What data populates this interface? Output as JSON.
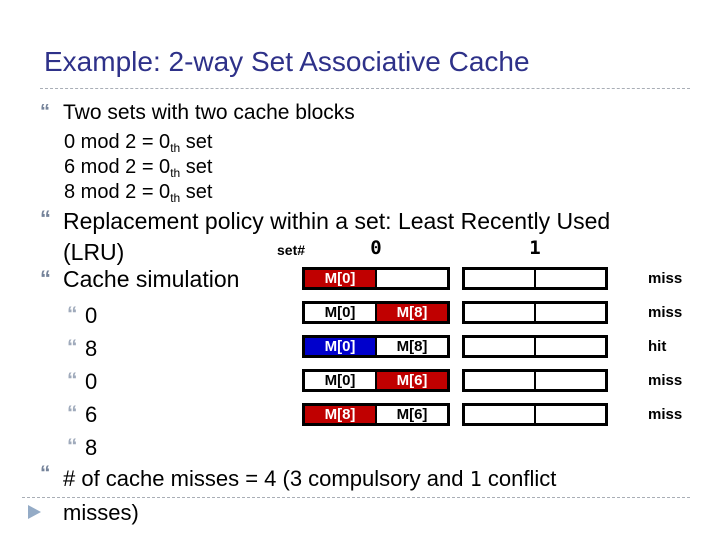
{
  "title": "Example: 2-way Set Associative Cache",
  "bullets": {
    "two_sets": "Two sets with two cache blocks",
    "mod_lines": [
      {
        "pre": "0 mod 2 = 0",
        "sub": "th",
        "post": " set"
      },
      {
        "pre": "6 mod 2 = 0",
        "sub": "th",
        "post": " set"
      },
      {
        "pre": "8 mod 2 = 0",
        "sub": "th",
        "post": " set"
      }
    ],
    "replacement_line1": "Replacement policy within a set:  Least Recently Used",
    "replacement_line2": "(LRU)",
    "cache_sim": "Cache simulation",
    "accesses": [
      "0",
      "8",
      "0",
      "6",
      "8"
    ],
    "misses_pre": "# of cache misses = 4 (3 compulsory and ",
    "misses_mono": "1",
    "misses_post": " conflict",
    "misses_line2": "misses)"
  },
  "icons": {
    "bullet_quote": "“",
    "sub_bullet_quote": "“",
    "footer_arrow": "▶"
  },
  "sim_table": {
    "set_label": "set#",
    "col_labels": [
      "0",
      "1"
    ],
    "rows": [
      {
        "set0": [
          {
            "text": "M[0]",
            "fill": "#C00000",
            "fg": "#FFFFFF"
          },
          {
            "text": "",
            "fill": "#FFFFFF",
            "fg": "#000000"
          }
        ],
        "set1": [
          {
            "text": "",
            "fill": "#FFFFFF",
            "fg": "#000000"
          },
          {
            "text": "",
            "fill": "#FFFFFF",
            "fg": "#000000"
          }
        ],
        "result": "miss"
      },
      {
        "set0": [
          {
            "text": "M[0]",
            "fill": "#FFFFFF",
            "fg": "#000000"
          },
          {
            "text": "M[8]",
            "fill": "#C00000",
            "fg": "#FFFFFF"
          }
        ],
        "set1": [
          {
            "text": "",
            "fill": "#FFFFFF",
            "fg": "#000000"
          },
          {
            "text": "",
            "fill": "#FFFFFF",
            "fg": "#000000"
          }
        ],
        "result": "miss"
      },
      {
        "set0": [
          {
            "text": "M[0]",
            "fill": "#0000CC",
            "fg": "#FFFFFF"
          },
          {
            "text": "M[8]",
            "fill": "#FFFFFF",
            "fg": "#000000"
          }
        ],
        "set1": [
          {
            "text": "",
            "fill": "#FFFFFF",
            "fg": "#000000"
          },
          {
            "text": "",
            "fill": "#FFFFFF",
            "fg": "#000000"
          }
        ],
        "result": "hit"
      },
      {
        "set0": [
          {
            "text": "M[0]",
            "fill": "#FFFFFF",
            "fg": "#000000"
          },
          {
            "text": "M[6]",
            "fill": "#C00000",
            "fg": "#FFFFFF"
          }
        ],
        "set1": [
          {
            "text": "",
            "fill": "#FFFFFF",
            "fg": "#000000"
          },
          {
            "text": "",
            "fill": "#FFFFFF",
            "fg": "#000000"
          }
        ],
        "result": "miss"
      },
      {
        "set0": [
          {
            "text": "M[8]",
            "fill": "#C00000",
            "fg": "#FFFFFF"
          },
          {
            "text": "M[6]",
            "fill": "#FFFFFF",
            "fg": "#000000"
          }
        ],
        "set1": [
          {
            "text": "",
            "fill": "#FFFFFF",
            "fg": "#000000"
          },
          {
            "text": "",
            "fill": "#FFFFFF",
            "fg": "#000000"
          }
        ],
        "result": "miss"
      }
    ]
  },
  "colors": {
    "title_navy": "#2E3189",
    "block_red": "#C00000",
    "block_blue": "#0000CC",
    "bullet_gray": "#75839A",
    "sub_bullet_gray": "#9FAABB",
    "footer_arrow_blue": "#94ABC6",
    "dash_gray": "#A9AEB6"
  }
}
